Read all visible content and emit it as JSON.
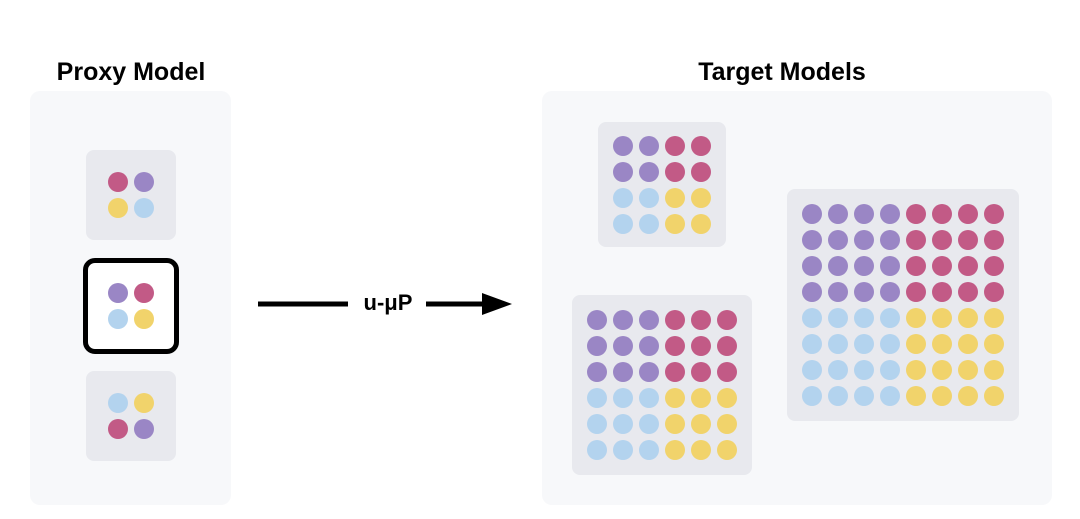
{
  "proxy": {
    "title": "Proxy Model",
    "tiles": [
      {
        "dots": [
          [
            "pink",
            "purple"
          ],
          [
            "yellow",
            "blue"
          ]
        ]
      },
      {
        "dots": [
          [
            "purple",
            "pink"
          ],
          [
            "blue",
            "yellow"
          ]
        ],
        "selected": true
      },
      {
        "dots": [
          [
            "blue",
            "yellow"
          ],
          [
            "pink",
            "purple"
          ]
        ]
      }
    ]
  },
  "arrow": {
    "label": "u-μP"
  },
  "target": {
    "title": "Target Models",
    "models": [
      {
        "rows": [
          "PPMM",
          "PPMM",
          "BBYY",
          "BBYY"
        ]
      },
      {
        "rows": [
          "PPPMMM",
          "PPPMMM",
          "PPPMMM",
          "BBBYYY",
          "BBBYYY",
          "BBBYYY"
        ]
      },
      {
        "rows": [
          "PPPPMMMM",
          "PPPPMMMM",
          "PPPPMMMM",
          "PPPPMMMM",
          "BBBBYYYY",
          "BBBBYYYY",
          "BBBBYYYY",
          "BBBBYYYY"
        ]
      }
    ]
  },
  "colors": {
    "pink": "#c25a86",
    "purple": "#9a86c5",
    "yellow": "#f1d36b",
    "blue": "#b3d3ee",
    "code": {
      "P": "purple",
      "M": "pink",
      "B": "blue",
      "Y": "yellow"
    }
  }
}
